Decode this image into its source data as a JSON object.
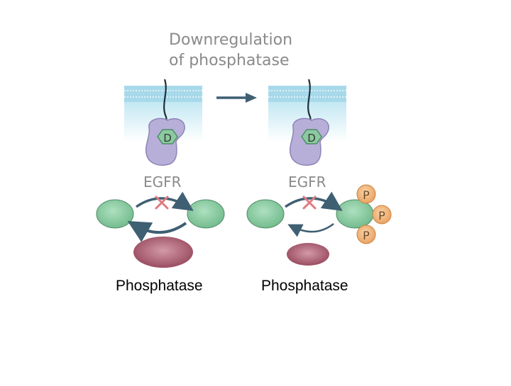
{
  "title": {
    "line1": "Downregulation",
    "line2": "of phosphatase"
  },
  "panels": [
    {
      "receptor_label": "EGFR",
      "drug_label": "D",
      "phosphatase_label": "Phosphatase",
      "phospho_sites": []
    },
    {
      "receptor_label": "EGFR",
      "drug_label": "D",
      "phosphatase_label": "Phosphatase",
      "phospho_sites": [
        "P",
        "P",
        "P"
      ]
    }
  ],
  "colors": {
    "title_text": "#8a8a8a",
    "receptor": "#b8afd9",
    "drug": "#8cc9a1",
    "substrate": "#8ccaa2",
    "phosphatase": "#a24f63",
    "phosphate": "#f3b77a",
    "inhibition_x": "#e07a80",
    "arrow": "#3f5f72",
    "membrane": "#a7d9ea"
  }
}
